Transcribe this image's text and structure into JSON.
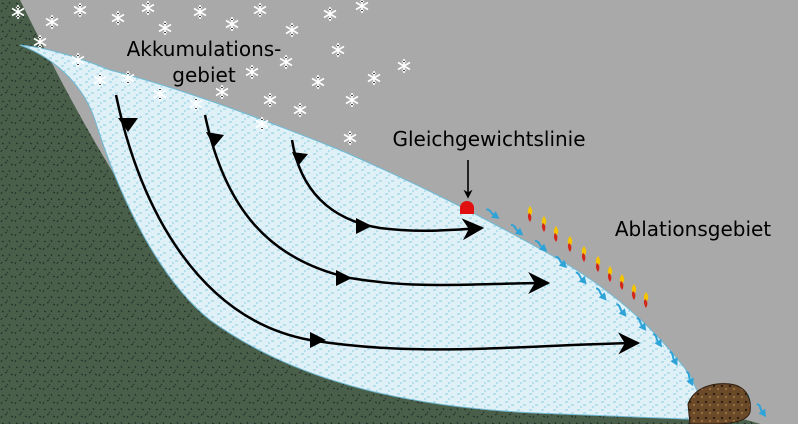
{
  "labels": {
    "accumulation_line1": "Akkumulations-",
    "accumulation_line2": "gebiet",
    "equilibrium": "Gleichgewichtslinie",
    "ablation": "Ablationsgebiet"
  },
  "colors": {
    "sky": "#a9a9a9",
    "bedrock": "#4a5f4a",
    "ice": "#dff1f7",
    "ice_stroke": "#6fb9d3",
    "flow_lines": "#000000",
    "meltwater": "#2ea3d8",
    "equilibrium_marker": "#e01010",
    "moraine": "#6b4a2a"
  },
  "icons": [
    "snowflake-icon",
    "flame-icon",
    "meltwater-arrow-icon",
    "flow-arrow-icon"
  ]
}
